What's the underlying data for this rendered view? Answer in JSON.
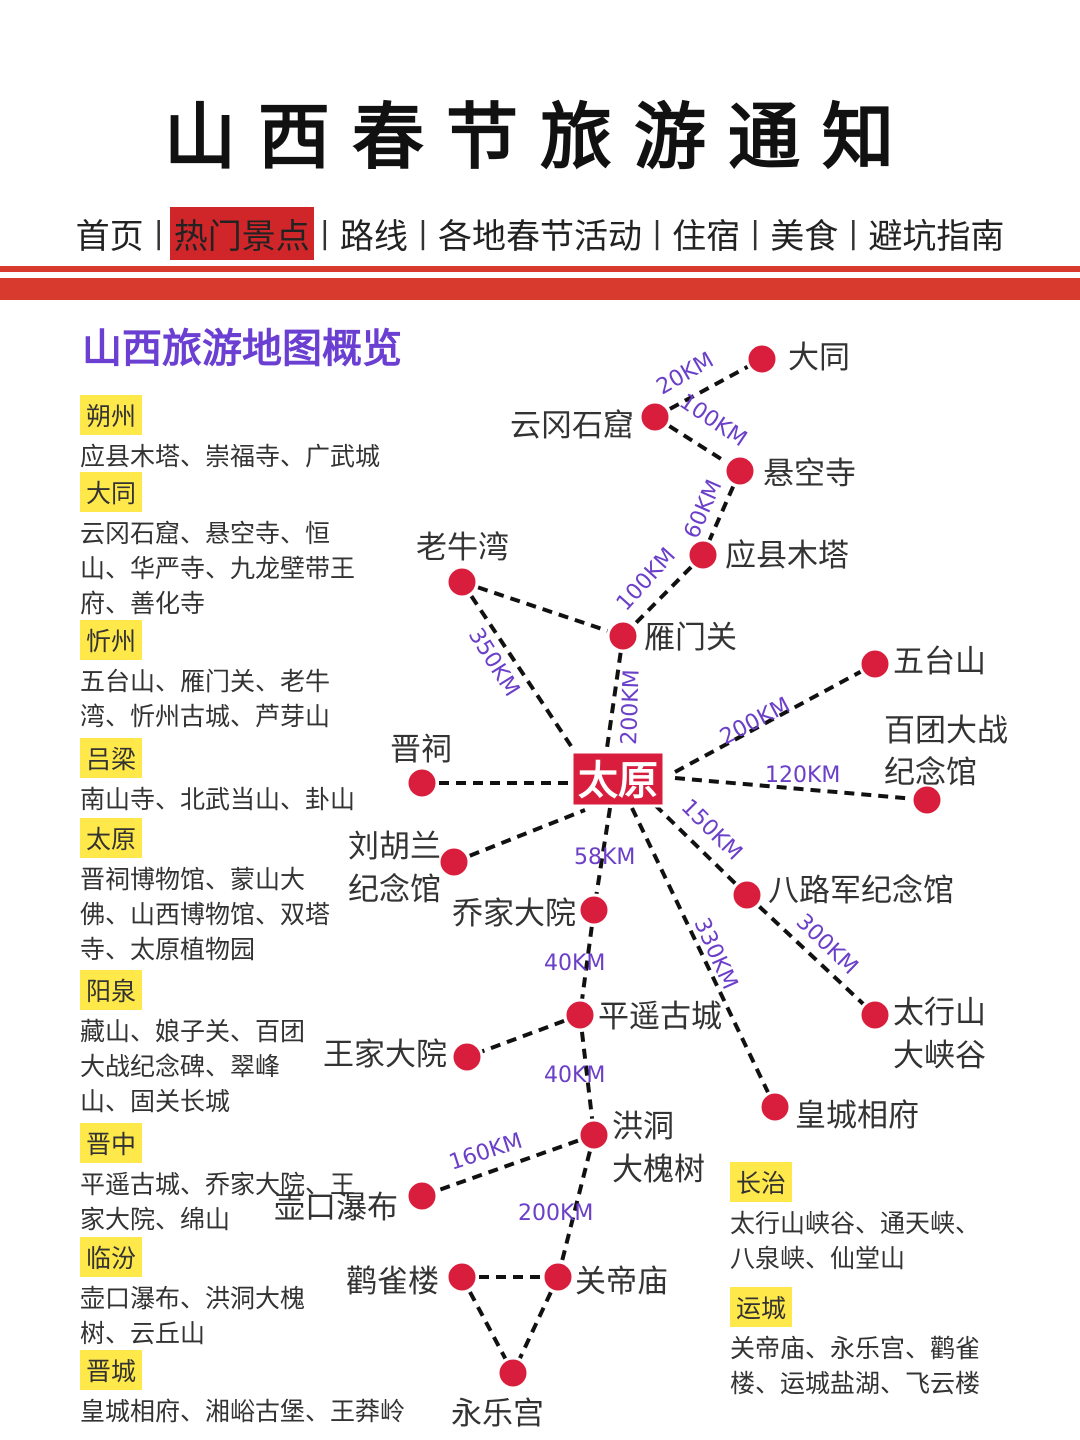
{
  "title": "山西春节旅游通知",
  "nav": {
    "items": [
      "首页",
      "热门景点",
      "路线",
      "各地春节活动",
      "住宿",
      "美食",
      "避坑指南"
    ],
    "active": "热门景点",
    "separator": "|"
  },
  "map": {
    "title": "山西旅游地图概览",
    "hub": "太原",
    "colors": {
      "node": "#d81e3c",
      "hub_bg": "#d81e3c",
      "distance_text": "#6b3fc8",
      "tag_bg": "#ffe84a",
      "rule": "#d93a2e"
    }
  },
  "regions": [
    {
      "name": "朔州",
      "spots": [
        "应县木塔、崇福寺、广武城"
      ]
    },
    {
      "name": "大同",
      "spots": [
        "云冈石窟、悬空寺、恒",
        "山、华严寺、九龙壁带王",
        "府、善化寺"
      ]
    },
    {
      "name": "忻州",
      "spots": [
        "五台山、雁门关、老牛",
        "湾、忻州古城、芦芽山"
      ]
    },
    {
      "name": "吕梁",
      "spots": [
        "南山寺、北武当山、卦山"
      ]
    },
    {
      "name": "太原",
      "spots": [
        "晋祠博物馆、蒙山大",
        "佛、山西博物馆、双塔",
        "寺、太原植物园"
      ]
    },
    {
      "name": "阳泉",
      "spots": [
        "藏山、娘子关、百团",
        "大战纪念碑、翠峰",
        "山、固关长城"
      ]
    },
    {
      "name": "晋中",
      "spots": [
        "平遥古城、乔家大院、王",
        "家大院、绵山"
      ]
    },
    {
      "name": "临汾",
      "spots": [
        "壶口瀑布、洪洞大槐",
        "树、云丘山"
      ]
    },
    {
      "name": "晋城",
      "spots": [
        "皇城相府、湘峪古堡、王莽岭"
      ]
    },
    {
      "name": "长治",
      "spots": [
        "太行山峡谷、通天峡、",
        "八泉峡、仙堂山"
      ]
    },
    {
      "name": "运城",
      "spots": [
        "关帝庙、永乐宫、鹳雀",
        "楼、运城盐湖、飞云楼"
      ]
    }
  ],
  "cities": {
    "datong": "大同",
    "yungang": "云冈石窟",
    "xuankong": "悬空寺",
    "yingxian": "应县木塔",
    "laoniuwan": "老牛湾",
    "yanmen": "雁门关",
    "wutai": "五台山",
    "baituan_1": "百团大战",
    "baituan_2": "纪念馆",
    "jinci": "晋祠",
    "liuhulan_1": "刘胡兰",
    "liuhulan_2": "纪念馆",
    "qiaojia": "乔家大院",
    "balujun": "八路军纪念馆",
    "pingyao": "平遥古城",
    "wangjia": "王家大院",
    "taihang_1": "太行山",
    "taihang_2": "大峡谷",
    "huangcheng": "皇城相府",
    "hongdong_1": "洪洞",
    "hongdong_2": "大槐树",
    "hukou": "壶口瀑布",
    "guanque": "鹳雀楼",
    "guandi": "关帝庙",
    "yongle": "永乐宫"
  },
  "distances": {
    "yungang_datong": "20KM",
    "yungang_xuankong": "100KM",
    "xuankong_yingxian": "60KM",
    "yingxian_yanmen": "100KM",
    "laoniuwan_taiyuan": "350KM",
    "yanmen_taiyuan": "200KM",
    "taiyuan_wutai": "200KM",
    "taiyuan_baituan": "120KM",
    "taiyuan_balujun": "150KM",
    "taiyuan_qiaojia": "58KM",
    "taiyuan_huangcheng": "330KM",
    "balujun_taihang": "300KM",
    "qiaojia_pingyao": "40KM",
    "pingyao_hongdong": "40KM",
    "hongdong_hukou": "160KM",
    "hongdong_guandi": "200KM"
  }
}
